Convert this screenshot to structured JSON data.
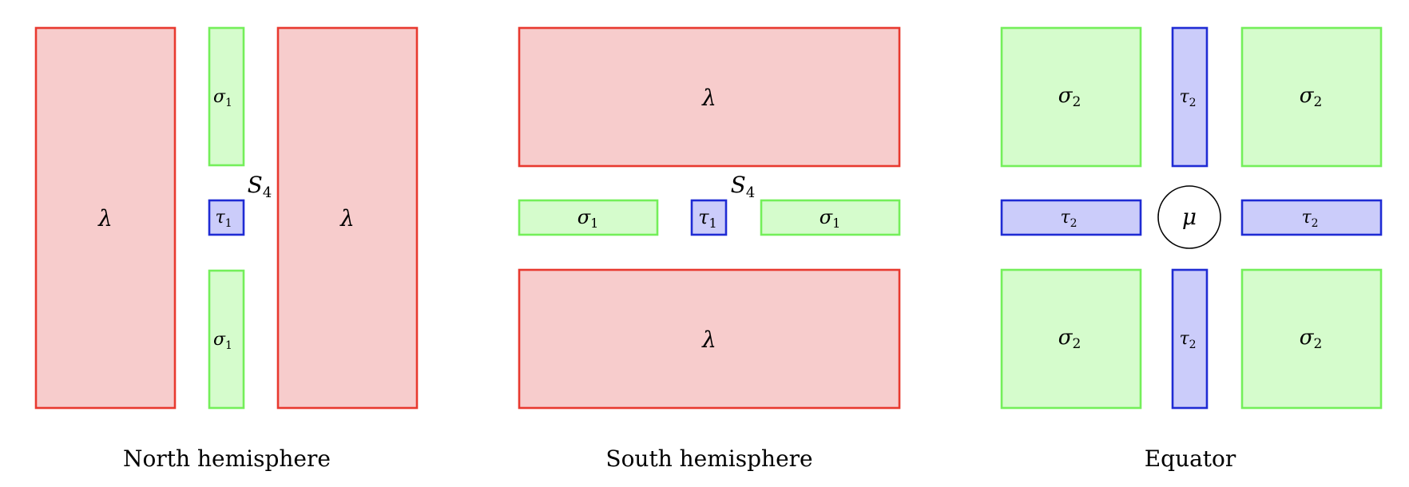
{
  "colors": {
    "lambda_fill": "#f7cccc",
    "lambda_stroke": "#e8392f",
    "sigma_fill": "#d5fccc",
    "sigma_stroke": "#74ef5a",
    "tau_fill": "#cbccfa",
    "tau_stroke": "#1f2bd4",
    "mu_stroke": "#000000",
    "text": "#000000"
  },
  "panels": {
    "north": {
      "caption": "North hemisphere",
      "label_S4": "S",
      "label_S4_sub": "4",
      "lambda_left": "λ",
      "lambda_right": "λ",
      "sigma_top": "σ",
      "sigma_top_sub": "1",
      "tau": "τ",
      "tau_sub": "1",
      "sigma_bottom": "σ",
      "sigma_bottom_sub": "1"
    },
    "south": {
      "caption": "South hemisphere",
      "label_S4": "S",
      "label_S4_sub": "4",
      "lambda_top": "λ",
      "lambda_bottom": "λ",
      "sigma_left": "σ",
      "sigma_left_sub": "1",
      "tau": "τ",
      "tau_sub": "1",
      "sigma_right": "σ",
      "sigma_right_sub": "1"
    },
    "equator": {
      "caption": "Equator",
      "sigma_tl": "σ",
      "sigma_tl_sub": "2",
      "sigma_tr": "σ",
      "sigma_tr_sub": "2",
      "sigma_bl": "σ",
      "sigma_bl_sub": "2",
      "sigma_br": "σ",
      "sigma_br_sub": "2",
      "tau_top": "τ",
      "tau_top_sub": "2",
      "tau_bottom": "τ",
      "tau_bottom_sub": "2",
      "tau_left": "τ",
      "tau_left_sub": "2",
      "tau_right": "τ",
      "tau_right_sub": "2",
      "mu": "μ"
    }
  }
}
